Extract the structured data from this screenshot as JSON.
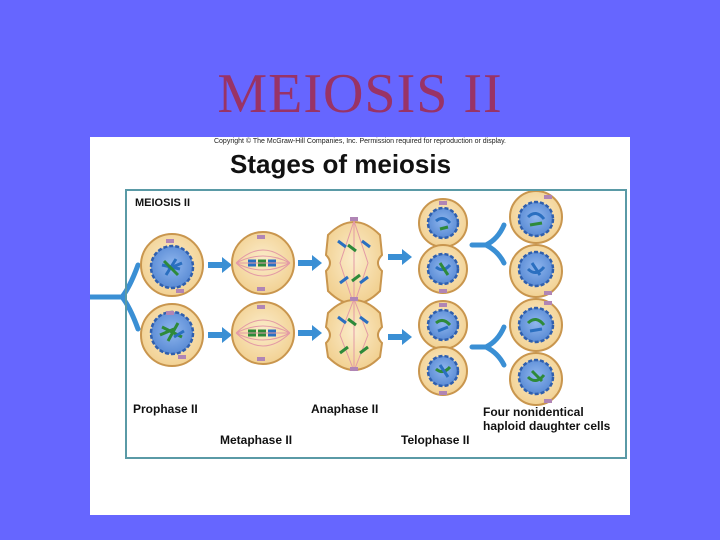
{
  "slide": {
    "title": "MEIOSIS II",
    "background_color": "#6666ff",
    "title_color": "#993366"
  },
  "figure": {
    "copyright": "Copyright © The McGraw-Hill Companies, Inc. Permission required for reproduction or display.",
    "title": "Stages of meiosis",
    "panel_label": "MEIOSIS II",
    "stages": {
      "prophase": "Prophase II",
      "metaphase": "Metaphase II",
      "anaphase": "Anaphase II",
      "telophase": "Telophase II",
      "daughter_line1": "Four nonidentical",
      "daughter_line2": "haploid daughter cells"
    },
    "colors": {
      "cell_fill": "#f6dca6",
      "cell_border": "#c9964e",
      "nucleus_fill": "#6e9fe0",
      "nucleus_border": "#2f5fae",
      "arrow": "#3a8fd4",
      "chromosome_blue": "#2a6fc0",
      "chromosome_green": "#2e8a3a",
      "centriole": "#b085b5",
      "spindle": "#e39aa6",
      "panel_border": "#5a9aa6"
    }
  }
}
